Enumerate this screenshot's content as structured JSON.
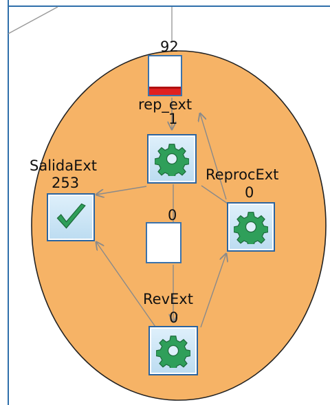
{
  "diagram": {
    "nodes": {
      "rep_ext": {
        "count": "92",
        "label": "rep_ext",
        "fill_level": 0.2
      },
      "proc_top": {
        "count": "1",
        "icon": "gear-icon"
      },
      "salida_ext": {
        "label": "SalidaExt",
        "count": "253",
        "icon": "check-icon"
      },
      "reproc_ext": {
        "label": "ReprocExt",
        "count": "0",
        "icon": "gear-icon"
      },
      "middle_queue": {
        "count": "0",
        "fill_level": 0
      },
      "rev_ext": {
        "label": "RevExt",
        "count": "0",
        "icon": "gear-icon"
      }
    },
    "colors": {
      "ellipse_fill": "#f6b366",
      "ellipse_stroke": "#222222",
      "edge": "#8a8a8a",
      "node_border": "#2a64a0",
      "gear": "#2f9f5a",
      "check": "#2f9f5a",
      "queue_fill": "#e02020"
    }
  }
}
